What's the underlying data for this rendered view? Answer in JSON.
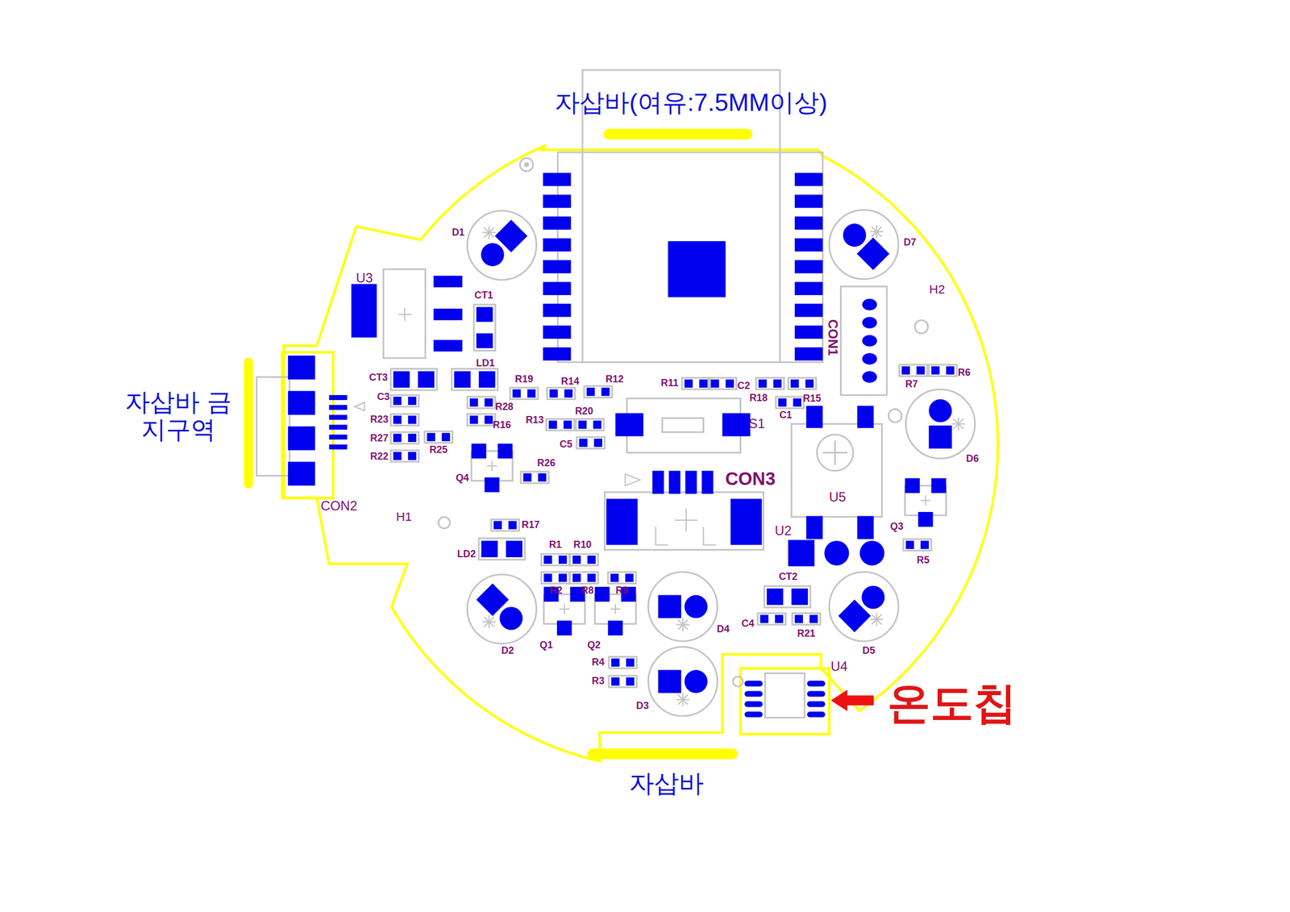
{
  "diagram": {
    "labels": [
      "자삽바(여유:7.5MM이상)",
      "D1",
      "D7",
      "H2",
      "U3",
      "CT1",
      "CON1",
      "LD1",
      "CT3",
      "R19",
      "R14",
      "R12",
      "R11",
      "C2",
      "R18",
      "R15",
      "R7",
      "R6",
      "C3",
      "R28",
      "R16",
      "R20",
      "R13",
      "C1",
      "S1",
      "자삽바 금지구역",
      "R23",
      "R27",
      "R25",
      "R22",
      "C5",
      "D6",
      "Q4",
      "R26",
      "CON3",
      "U5",
      "CON2",
      "H1",
      "Q3",
      "R17",
      "U2",
      "R5",
      "R1",
      "R10",
      "LD2",
      "R2",
      "R8",
      "R9",
      "CT2",
      "C4",
      "R21",
      "D4",
      "D2",
      "Q1",
      "Q2",
      "D5",
      "R4",
      "R3",
      "U4",
      "D3",
      "온도칩",
      "자삽바"
    ]
  }
}
